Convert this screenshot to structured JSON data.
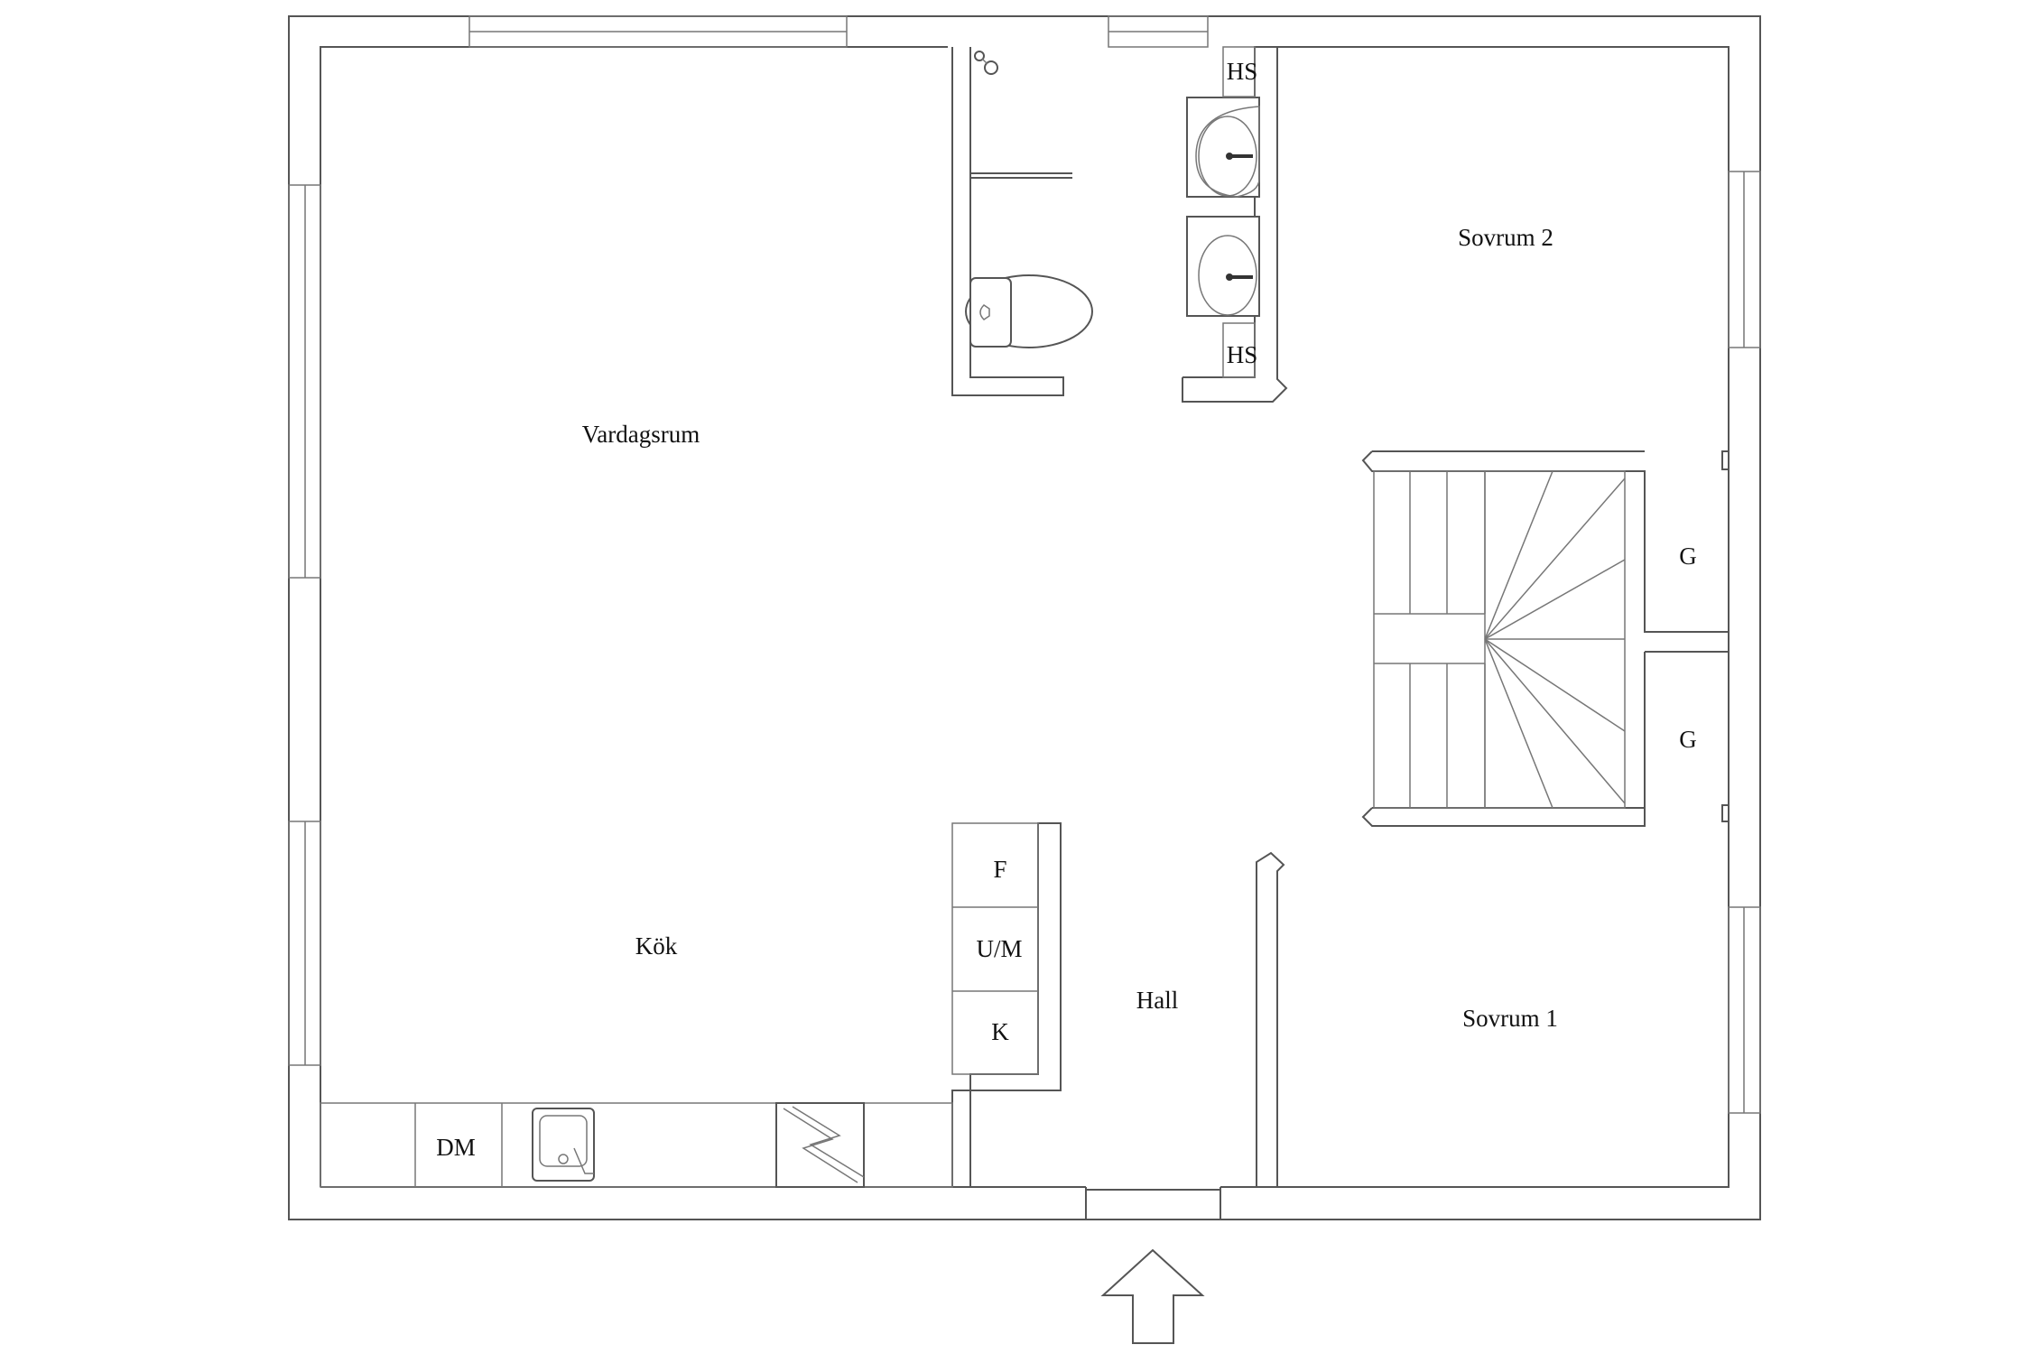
{
  "rooms": {
    "vardagsrum": "Vardagsrum",
    "kok": "Kök",
    "hall": "Hall",
    "sovrum1": "Sovrum 1",
    "sovrum2": "Sovrum 2"
  },
  "fixtures": {
    "hs_top": "HS",
    "hs_bottom": "HS",
    "closet_upper": "G",
    "closet_lower": "G",
    "fridge": "F",
    "oven_micro": "U/M",
    "freezer": "K",
    "dishwasher": "DM"
  },
  "icons": {
    "entrance": "entrance-arrow-icon",
    "stairs": "stairs-icon",
    "toilet": "toilet-icon",
    "sink": "sink-icon",
    "shower": "shower-head-icon",
    "kitchen_sink": "kitchen-sink-icon",
    "stove": "stove-icon"
  }
}
